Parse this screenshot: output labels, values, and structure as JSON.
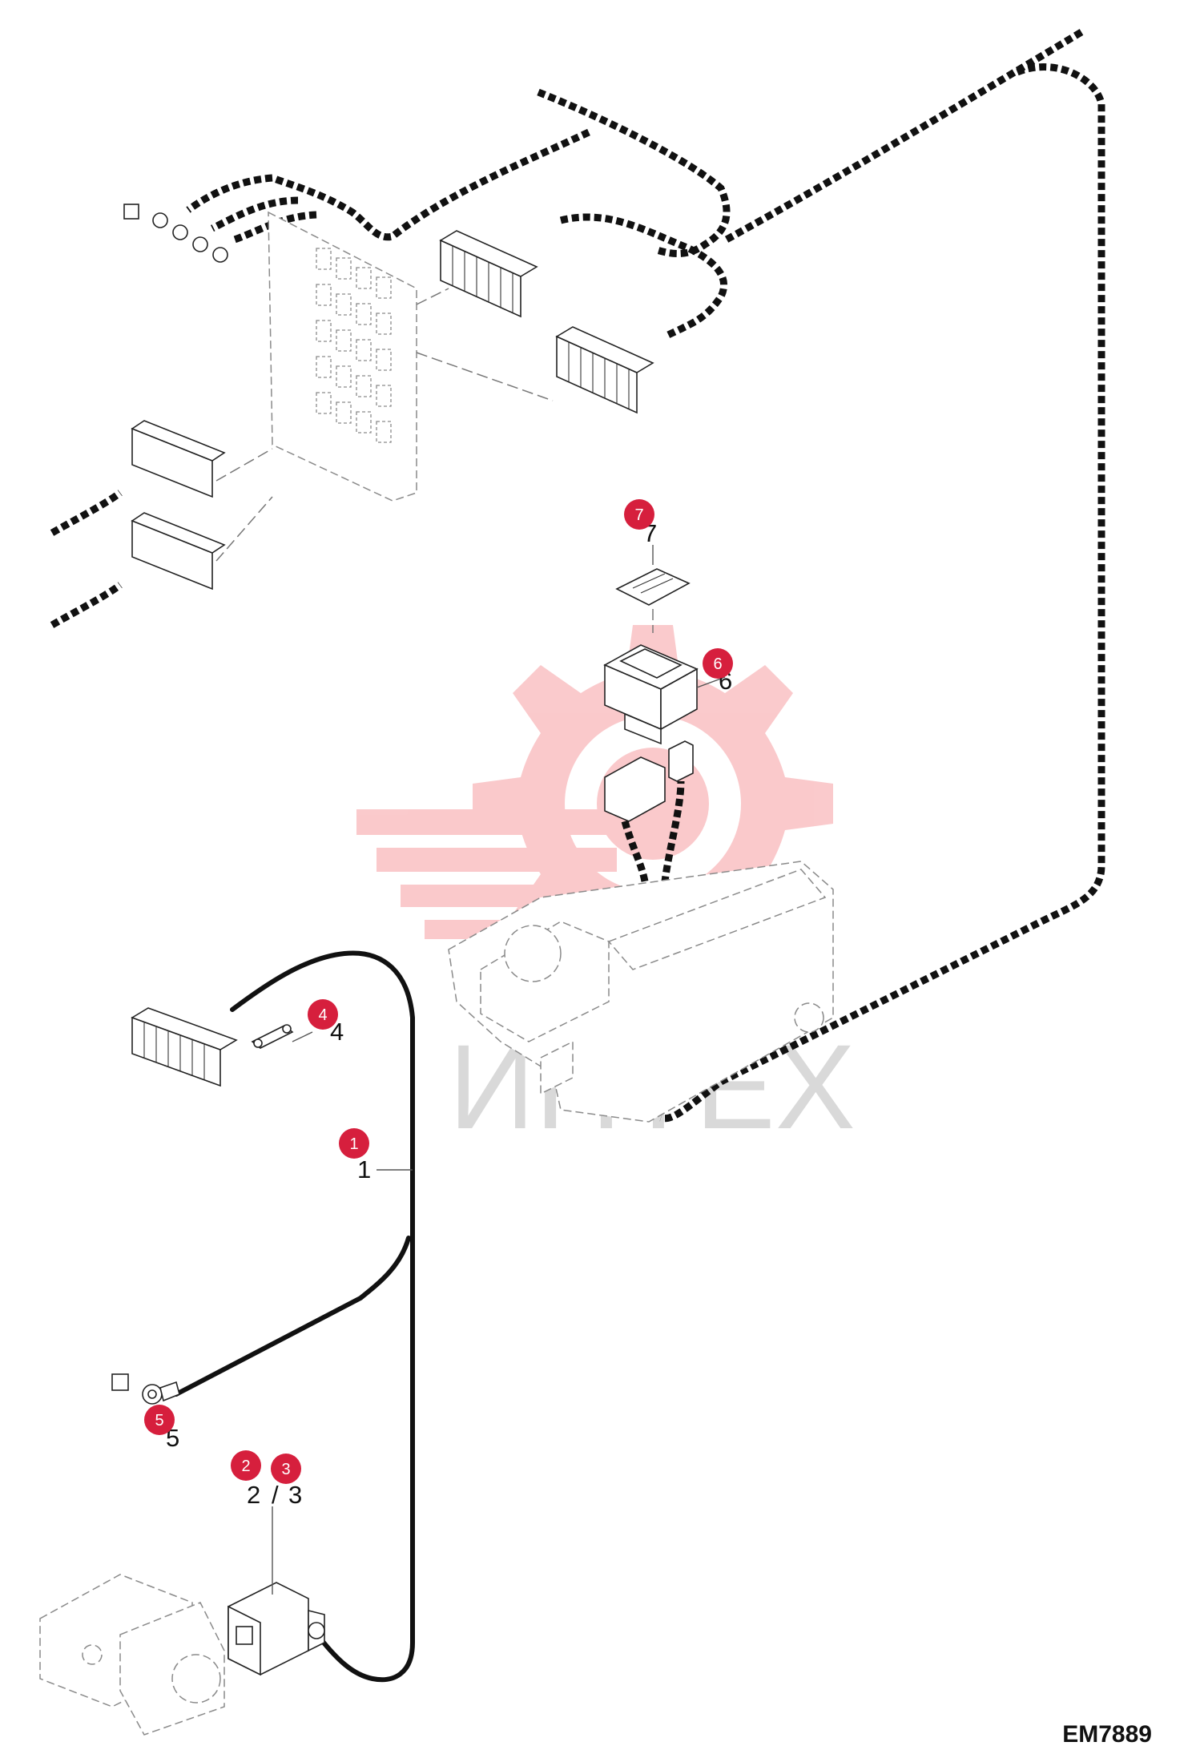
{
  "figure_code": "EM7889",
  "watermark_text": "ИНТЕХ",
  "callouts": [
    {
      "id": "1",
      "ref_label": "1"
    },
    {
      "id": "2",
      "ref_label": "2"
    },
    {
      "id": "3",
      "ref_label": "3"
    },
    {
      "id": "4",
      "ref_label": "4"
    },
    {
      "id": "5",
      "ref_label": "5"
    },
    {
      "id": "6",
      "ref_label": "6"
    },
    {
      "id": "7",
      "ref_label": "7"
    }
  ],
  "ref_separator": "/",
  "colors": {
    "callout": "#d61f3d",
    "watermark": "#f6b5b5",
    "line": "#111111"
  }
}
